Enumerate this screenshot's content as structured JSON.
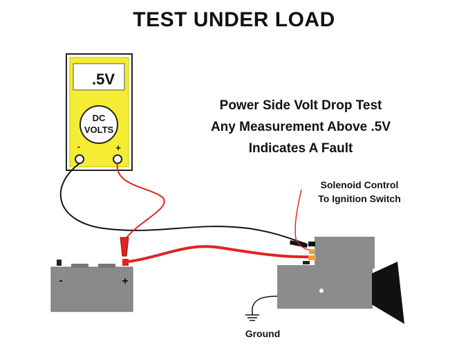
{
  "title": "TEST UNDER LOAD",
  "meter": {
    "display": ".5V",
    "mode_line1": "DC",
    "mode_line2": "VOLTS",
    "neg_terminal": "-",
    "pos_terminal": "+"
  },
  "note_lines": [
    "Power Side Volt Drop Test",
    "Any Measurement Above .5V",
    "Indicates A Fault"
  ],
  "battery": {
    "neg": "-",
    "pos": "+"
  },
  "solenoid_label": [
    "Solenoid Control",
    "To Ignition Switch"
  ],
  "ground_label": "Ground",
  "colors": {
    "meter_yellow": "#f5ec34",
    "wire_red": "#e02424",
    "wire_black": "#111111",
    "battery_gray": "#8a8a8a",
    "starter_gray": "#8c8c8c",
    "terminal_orange": "#e8a33c"
  }
}
